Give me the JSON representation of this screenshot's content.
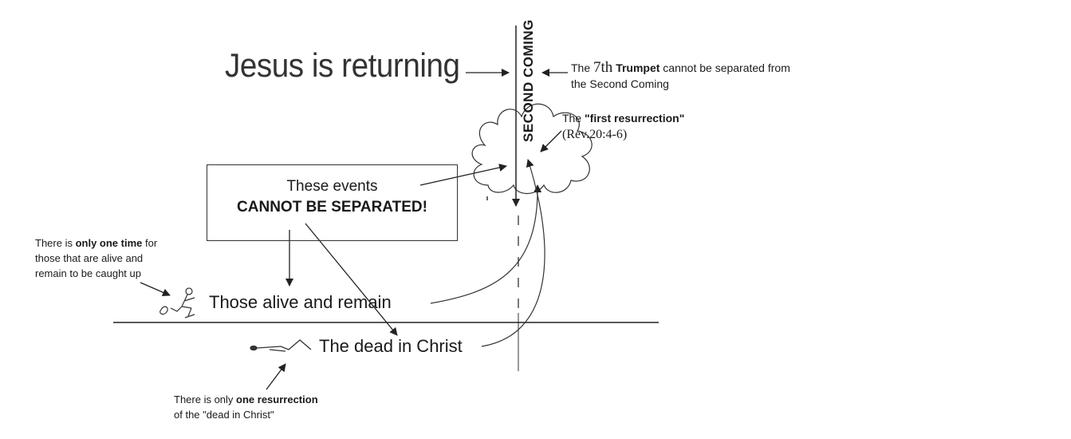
{
  "title": "Jesus is returning",
  "second_coming": "SECOND COMING",
  "trumpet_note": {
    "pre": "The ",
    "number": "7th",
    "bold": "Trumpet",
    "post": " cannot be separated from",
    "line2": "the Second Coming"
  },
  "resurrection_note": {
    "pre": "The ",
    "bold": "\"first resurrection\"",
    "ref": "(Rev.20:4-6)"
  },
  "events_box": {
    "line1": "These events",
    "line2": "CANNOT BE SEPARATED!"
  },
  "alive_note": {
    "pre": "There is ",
    "bold": "only one time",
    "post": " for",
    "line2": "those that are alive and",
    "line3": "remain to be caught up"
  },
  "alive_label": "Those alive and remain",
  "dead_label": "The dead in Christ",
  "dead_note": {
    "pre": "There is only ",
    "bold": "one resurrection",
    "line2": "of the \"dead in Christ\""
  }
}
